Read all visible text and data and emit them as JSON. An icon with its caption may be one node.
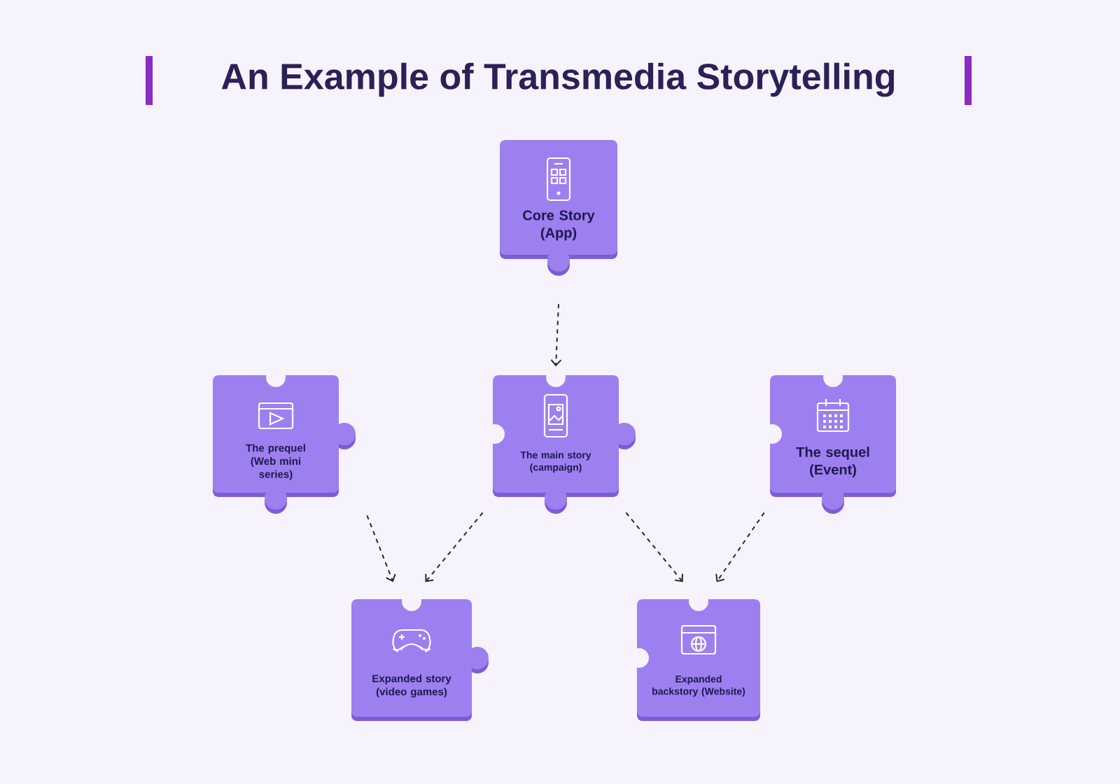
{
  "diagram": {
    "title": "An Example of Transmedia Storytelling",
    "nodes": [
      {
        "text": [
          "Core Story (App)"
        ]
      },
      {
        "text": [
          "The prequel (Web mini series)"
        ]
      },
      {
        "text": [
          "The main story (campaign)"
        ]
      },
      {
        "text": [
          "The sequel (Event)"
        ]
      },
      {
        "text": [
          "Expanded story (video games)"
        ]
      },
      {
        "text": [
          "Expanded backstory (Website)"
        ]
      }
    ],
    "edges": [
      {
        "from": 0,
        "to": 2,
        "arrow": "to"
      },
      {
        "from": 1,
        "to": 4,
        "arrow": "to"
      },
      {
        "from": 2,
        "to": 4,
        "arrow": "to"
      },
      {
        "from": 2,
        "to": 5,
        "arrow": "to"
      },
      {
        "from": 3,
        "to": 5,
        "arrow": "to"
      }
    ]
  }
}
